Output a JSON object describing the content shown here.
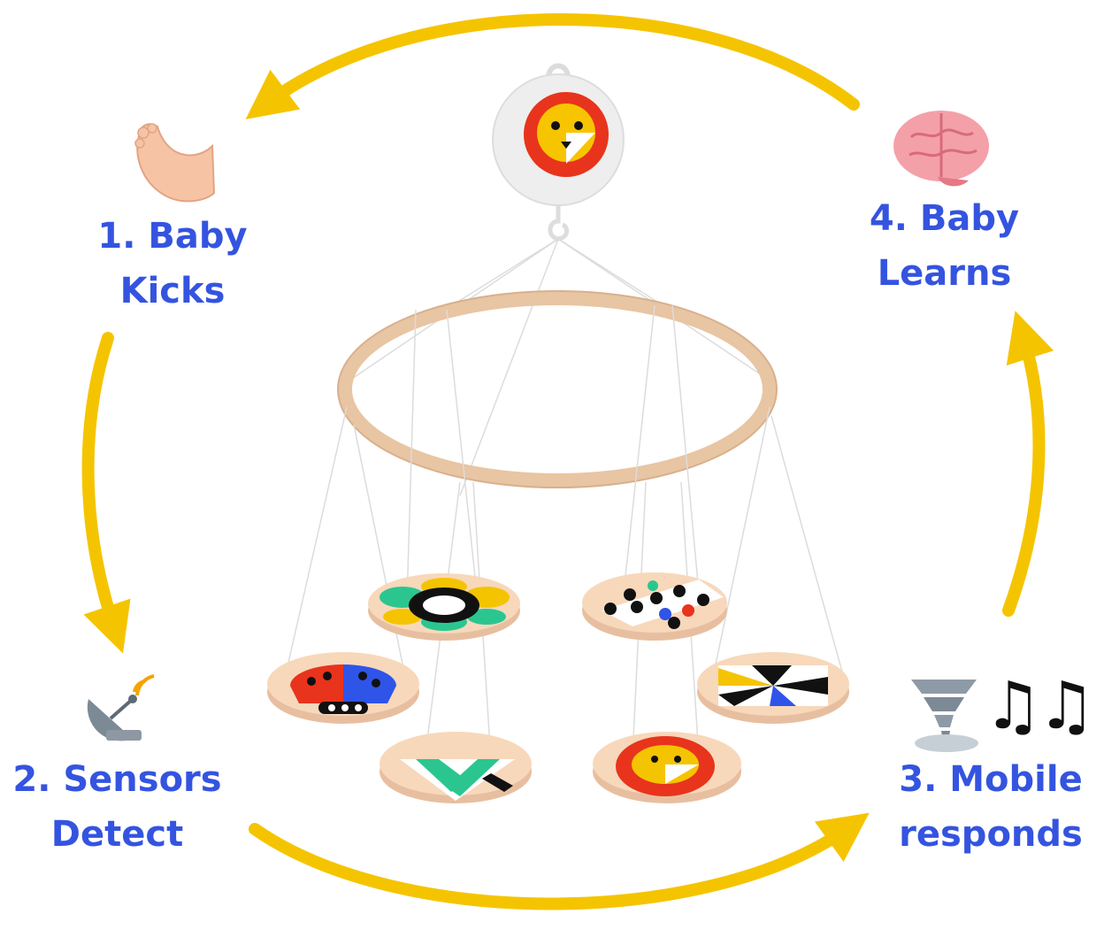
{
  "steps": [
    {
      "id": "kick",
      "line1": "1. Baby",
      "line2": "Kicks",
      "icon": "foot-icon"
    },
    {
      "id": "sense",
      "line1": "2. Sensors",
      "line2": "Detect",
      "icon": "satellite-dish-icon"
    },
    {
      "id": "respond",
      "line1": "3. Mobile",
      "line2": "responds",
      "icon": "tornado-icon",
      "icon2": "music-notes-icon",
      "icon2_glyph": "♫♫"
    },
    {
      "id": "learn",
      "line1": "4. Baby",
      "line2": "Learns",
      "icon": "brain-icon"
    }
  ],
  "colors": {
    "label": "#3454e0",
    "arrow": "#f5c400",
    "wood": "#e8c5a3",
    "disc": "#f7d8bb"
  }
}
